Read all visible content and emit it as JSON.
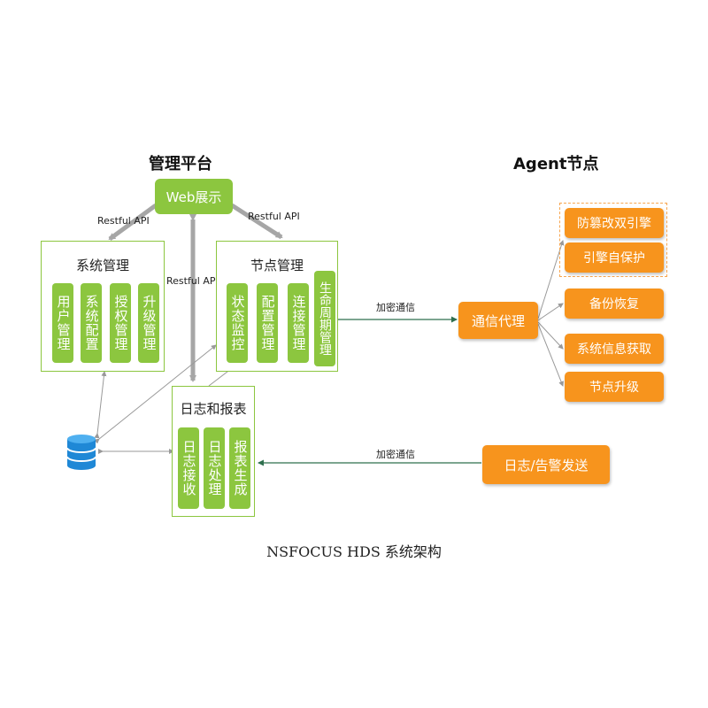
{
  "titles": {
    "mgmt": "管理平台",
    "agent": "Agent节点"
  },
  "web": "Web展示",
  "restful": [
    "Restful API",
    "Restful API",
    "Restful API"
  ],
  "sys_mgmt": {
    "title": "系统管理",
    "items": [
      "用户管理",
      "系统配置",
      "授权管理",
      "升级管理"
    ]
  },
  "node_mgmt": {
    "title": "节点管理",
    "items": [
      "状态监控",
      "配置管理",
      "连接管理",
      "生命周期管理"
    ]
  },
  "log_report": {
    "title": "日志和报表",
    "items": [
      "日志接收",
      "日志处理",
      "报表生成"
    ]
  },
  "encrypted": [
    "加密通信",
    "加密通信"
  ],
  "agent": {
    "proxy": "通信代理",
    "features": [
      "防篡改双引擎",
      "引擎自保护",
      "备份恢复",
      "系统信息获取",
      "节点升级"
    ],
    "sender": "日志/告警发送"
  },
  "caption": "NSFOCUS HDS 系统架构",
  "colors": {
    "green": "#8cc63f",
    "orange": "#f7941d",
    "arrow_gray": "#a6a6a6",
    "line_green": "#2e6f4e"
  }
}
